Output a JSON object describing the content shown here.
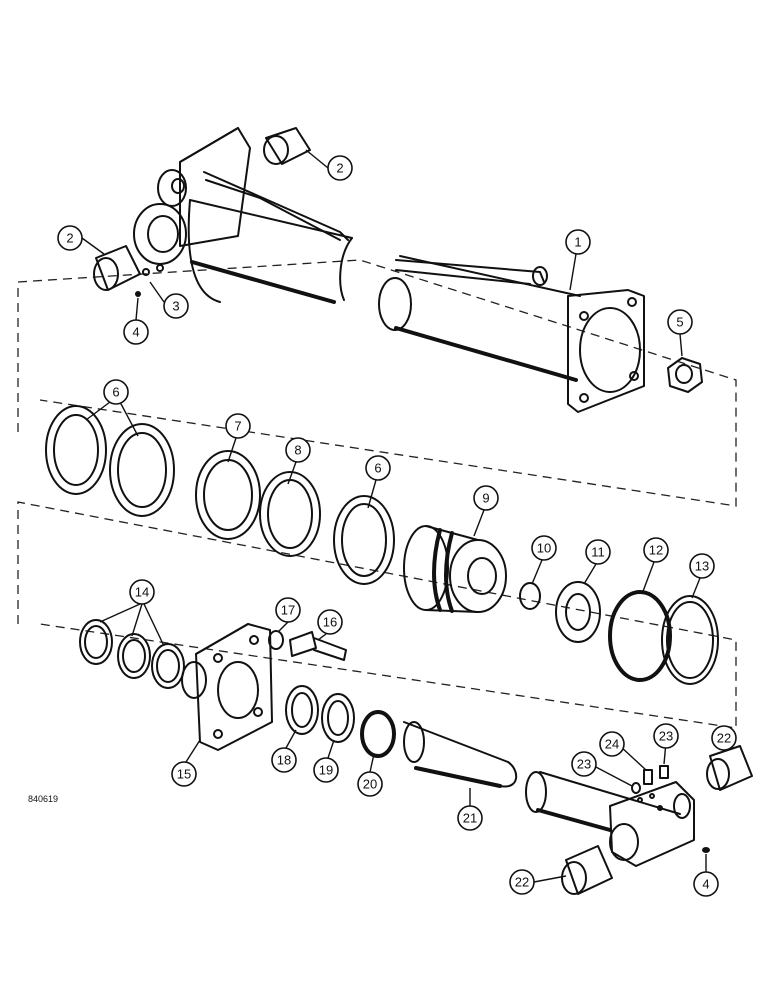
{
  "figure_id": "840619",
  "callouts": [
    {
      "label": "1"
    },
    {
      "label": "2"
    },
    {
      "label": "2"
    },
    {
      "label": "3"
    },
    {
      "label": "4"
    },
    {
      "label": "5"
    },
    {
      "label": "6"
    },
    {
      "label": "7"
    },
    {
      "label": "8"
    },
    {
      "label": "6"
    },
    {
      "label": "9"
    },
    {
      "label": "10"
    },
    {
      "label": "11"
    },
    {
      "label": "12"
    },
    {
      "label": "13"
    },
    {
      "label": "14"
    },
    {
      "label": "17"
    },
    {
      "label": "16"
    },
    {
      "label": "15"
    },
    {
      "label": "18"
    },
    {
      "label": "19"
    },
    {
      "label": "20"
    },
    {
      "label": "21"
    },
    {
      "label": "24"
    },
    {
      "label": "23"
    },
    {
      "label": "23"
    },
    {
      "label": "22"
    },
    {
      "label": "22"
    },
    {
      "label": "4"
    }
  ]
}
